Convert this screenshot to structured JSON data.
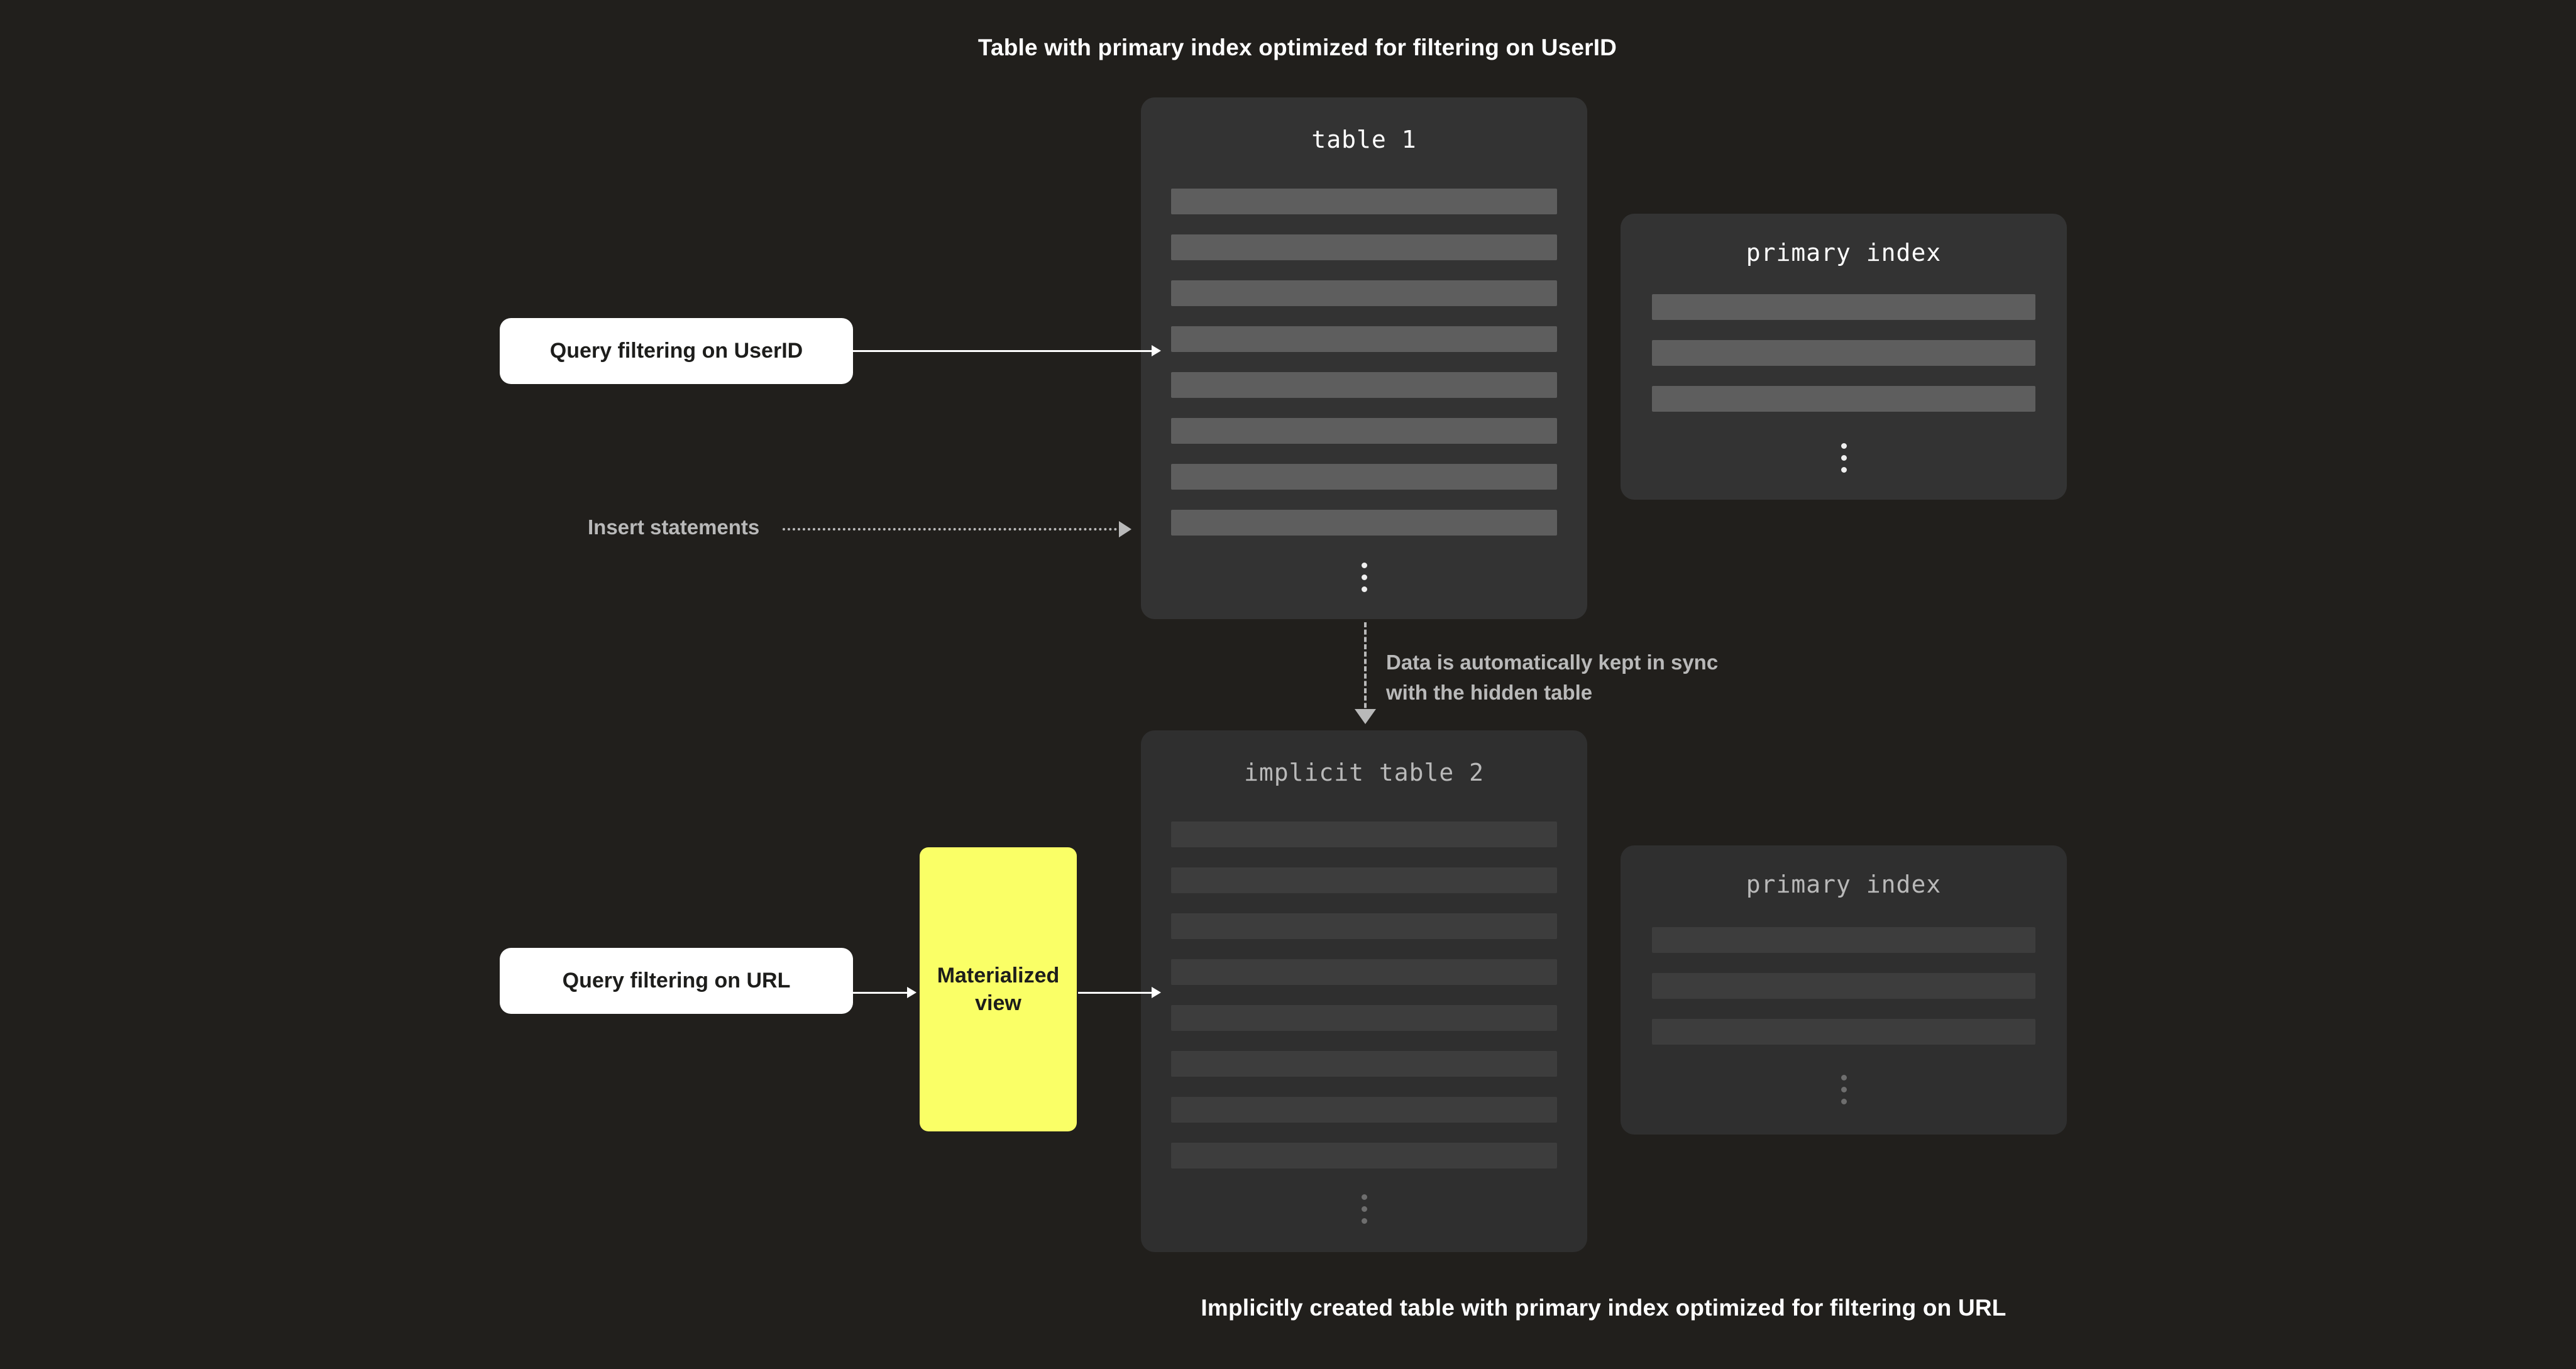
{
  "captions": {
    "top": "Table with primary index optimized for filtering on UserID",
    "bottom": "Implicitly created table with primary index optimized for filtering on URL"
  },
  "panels": {
    "table1": {
      "title": "table 1",
      "row_count": 8,
      "ellipsis": "⋮"
    },
    "primary_index_top": {
      "title": "primary index",
      "row_count": 3,
      "ellipsis": "⋮"
    },
    "table2": {
      "title": "implicit table 2",
      "row_count": 8,
      "ellipsis": "⋮"
    },
    "primary_index_bottom": {
      "title": "primary index",
      "row_count": 3,
      "ellipsis": "⋮"
    }
  },
  "nodes": {
    "query_userid": "Query filtering on UserID",
    "query_url": "Query filtering on URL",
    "materialized_view": "Materialized\nview"
  },
  "edges": {
    "insert_statements": "Insert statements",
    "sync_note": "Data is automatically kept in sync\nwith the hidden table"
  },
  "colors": {
    "background": "#211f1c",
    "panel": "#333333",
    "panel_dim": "#2f2f2f",
    "row_bar": "#5e5e5e",
    "row_bar_dim": "#3d3d3d",
    "chip": "#ffffff",
    "accent_yellow": "#faff66",
    "connector": "#ffffff",
    "connector_muted": "#b9b9b9",
    "text_primary": "#ffffff",
    "text_muted": "#b9b9b9"
  }
}
